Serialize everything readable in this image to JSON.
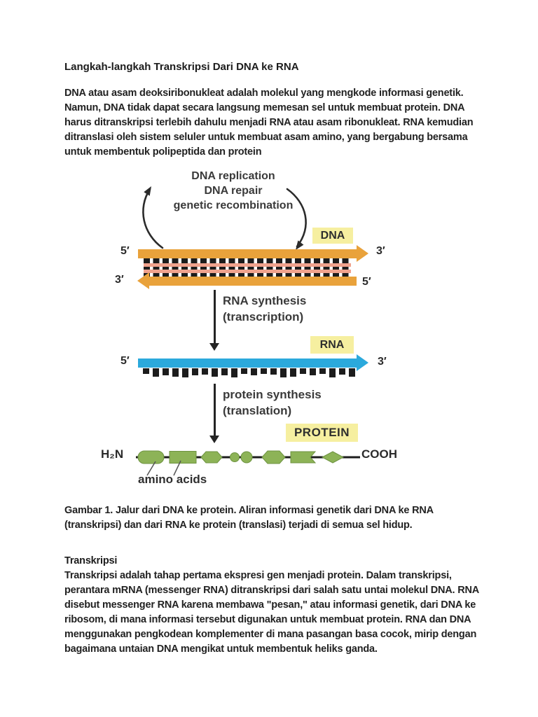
{
  "page": {
    "background": "#ffffff",
    "title": "Langkah-langkah Transkripsi Dari DNA ke RNA",
    "intro": "DNA atau asam deoksiribonukleat adalah molekul yang mengkode informasi genetik. Namun, DNA tidak dapat secara langsung memesan sel untuk membuat protein. DNA harus ditranskripsi terlebih dahulu menjadi RNA atau asam ribonukleat. RNA kemudian ditranslasi oleh sistem seluler untuk membuat asam amino, yang bergabung bersama untuk membentuk polipeptida dan protein",
    "figure_caption": "Gambar 1. Jalur dari DNA ke protein. Aliran informasi genetik dari DNA ke RNA (transkripsi) dan dari RNA ke protein (translasi) terjadi di semua sel hidup.",
    "section_heading": "Transkripsi",
    "section_body": "Transkripsi adalah tahap pertama ekspresi gen menjadi protein. Dalam transkripsi, perantara mRNA (messenger RNA) ditranskripsi dari salah satu untai molekul DNA. RNA disebut messenger RNA karena membawa \"pesan,\" atau informasi genetik, dari DNA ke ribosom, di mana informasi tersebut digunakan untuk membuat protein. RNA dan DNA menggunakan pengkodean komplementer di mana pasangan basa cocok, mirip dengan bagaimana untaian DNA mengikat untuk membentuk heliks ganda."
  },
  "diagram": {
    "cycle_labels": [
      "DNA replication",
      "DNA repair",
      "genetic recombination"
    ],
    "dna_tag": "DNA",
    "rna_tag": "RNA",
    "protein_tag": "PROTEIN",
    "dna_strand": {
      "top_left": "5′",
      "top_right": "3′",
      "bottom_left": "3′",
      "bottom_right": "5′"
    },
    "rna_strand": {
      "left": "5′",
      "right": "3′"
    },
    "step1": {
      "line1": "RNA synthesis",
      "line2": "(transcription)"
    },
    "step2": {
      "line1": "protein synthesis",
      "line2": "(translation)"
    },
    "protein_chain": {
      "left_end": "H₂N",
      "right_end": "COOH",
      "annotation": "amino acids"
    },
    "colors": {
      "strand_orange": "#E9A23B",
      "rna_blue": "#2BA9DC",
      "tag_yellow": "#F6EFA0",
      "amino_green": "#8DB357",
      "base_pair_pink": "#F0A28D",
      "base_pair_black": "#1C1C1C"
    }
  }
}
